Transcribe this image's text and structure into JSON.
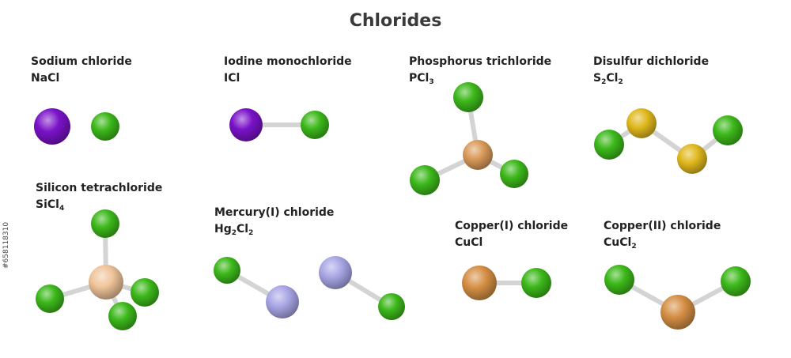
{
  "title": "Chlorides",
  "stock_id": "#658118310",
  "colors": {
    "Cl": "#3cb81a",
    "Na": "#7a12c8",
    "I": "#7a12c8",
    "P": "#d99a5a",
    "S": "#e0b81e",
    "Si": "#efc49a",
    "Hg": "#a9a6e6",
    "Cu": "#d58f44",
    "bond": "#d4d4d4"
  },
  "molecules": [
    {
      "name": "Sodium chloride",
      "formula": [
        [
          "NaCl",
          ""
        ]
      ]
    },
    {
      "name": "Iodine monochloride",
      "formula": [
        [
          "ICl",
          ""
        ]
      ]
    },
    {
      "name": "Phosphorus trichloride",
      "formula": [
        [
          "PCl",
          "3"
        ]
      ]
    },
    {
      "name": "Disulfur dichloride",
      "formula": [
        [
          "S",
          "2"
        ],
        [
          "Cl",
          "2"
        ]
      ]
    },
    {
      "name": "Silicon tetrachloride",
      "formula": [
        [
          "SiCl",
          "4"
        ]
      ]
    },
    {
      "name": "Mercury(I) chloride",
      "formula": [
        [
          "Hg",
          "2"
        ],
        [
          "Cl",
          "2"
        ]
      ]
    },
    {
      "name": "Copper(I) chloride",
      "formula": [
        [
          "CuCl",
          ""
        ]
      ]
    },
    {
      "name": "Copper(II) chloride",
      "formula": [
        [
          "CuCl",
          "2"
        ]
      ]
    }
  ]
}
